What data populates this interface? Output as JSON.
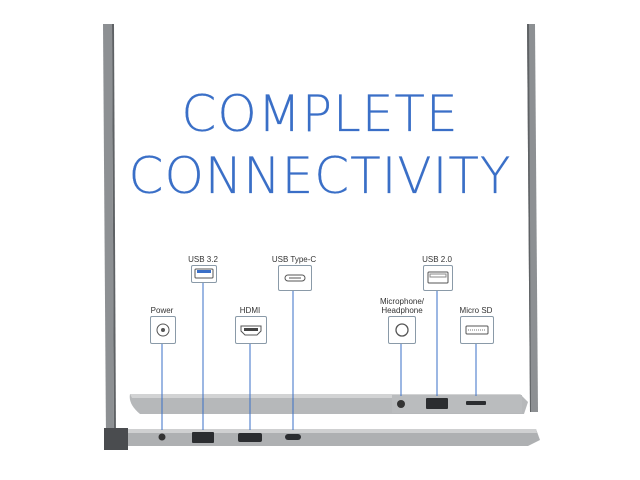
{
  "headline": {
    "line1": "COMPLETE",
    "line2": "CONNECTIVITY"
  },
  "ports": [
    {
      "label": "Power"
    },
    {
      "label": "USB 3.2"
    },
    {
      "label": "HDMI"
    },
    {
      "label": "USB Type-C"
    },
    {
      "label": "Microphone/ Headphone"
    },
    {
      "label": "USB 2.0"
    },
    {
      "label": "Micro SD"
    }
  ],
  "colors": {
    "accent": "#3a6fc7",
    "laptop": "#a7a9ab"
  }
}
